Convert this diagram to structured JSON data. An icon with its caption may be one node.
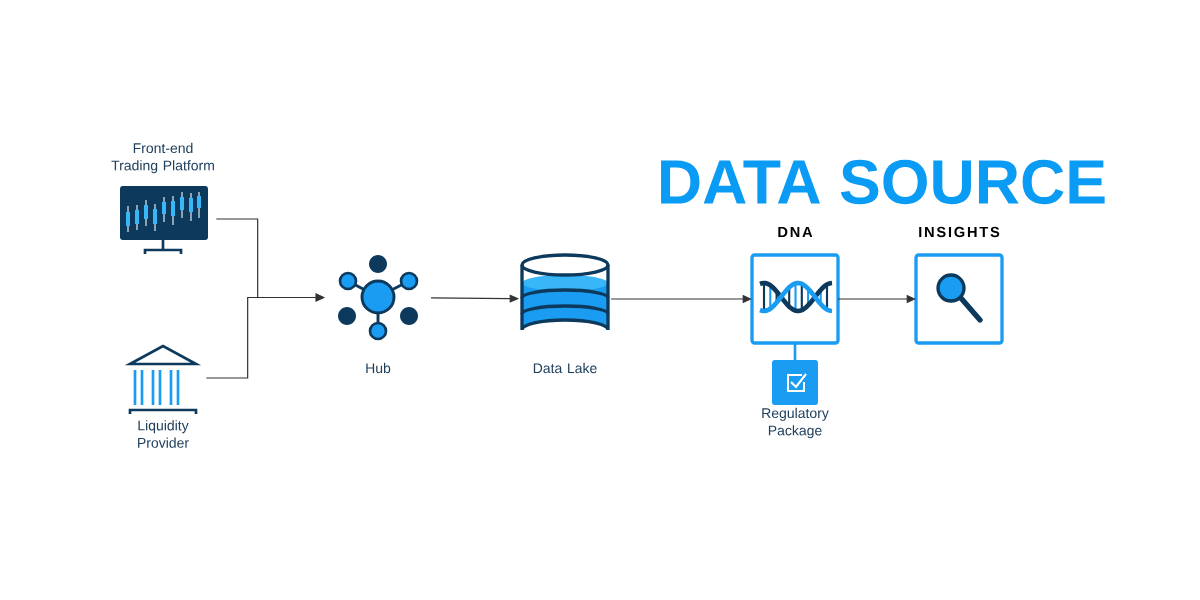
{
  "diagram": {
    "title": "DATA SOURCE",
    "nodes": [
      {
        "text": [
          "Front-end Trading Platform"
        ]
      },
      {
        "text": [
          "Liquidity Provider"
        ]
      },
      {
        "text": [
          "Hub"
        ]
      },
      {
        "text": [
          "Data Lake"
        ]
      },
      {
        "text": [
          "DNA"
        ]
      },
      {
        "text": [
          "INSIGHTS"
        ]
      },
      {
        "text": [
          "Regulatory Package"
        ]
      }
    ],
    "edges": [
      {
        "from": 0,
        "to": 2,
        "arrow": "to"
      },
      {
        "from": 1,
        "to": 2,
        "arrow": "to"
      },
      {
        "from": 2,
        "to": 3,
        "arrow": "to"
      },
      {
        "from": 3,
        "to": 4,
        "arrow": "to"
      },
      {
        "from": 4,
        "to": 5,
        "arrow": "to"
      },
      {
        "from": 4,
        "to": 6,
        "arrow": "none",
        "color": "#1a9cf2"
      }
    ]
  }
}
